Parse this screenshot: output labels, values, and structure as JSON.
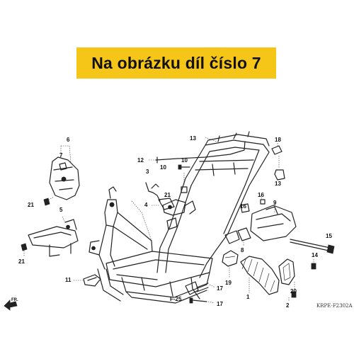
{
  "banner": {
    "text": "Na obrázku díl číslo 7"
  },
  "callouts": {
    "c1": "1",
    "c2": "2",
    "c3": "3",
    "c4": "4",
    "c5": "5",
    "c6": "6",
    "c7": "7",
    "c8": "8",
    "c9": "9",
    "c10": "10",
    "c11": "11",
    "c12": "12",
    "c13a": "13",
    "c13b": "13",
    "c14": "14",
    "c15": "15",
    "c16": "16",
    "c17a": "17",
    "c17b": "17",
    "c18": "18",
    "c19": "19",
    "c20": "20",
    "c21a": "21",
    "c21b": "21",
    "c21c": "21"
  },
  "section_ref": "F-25",
  "front_indicator": "FR.",
  "diagram_code": "KRPE-F2302A"
}
